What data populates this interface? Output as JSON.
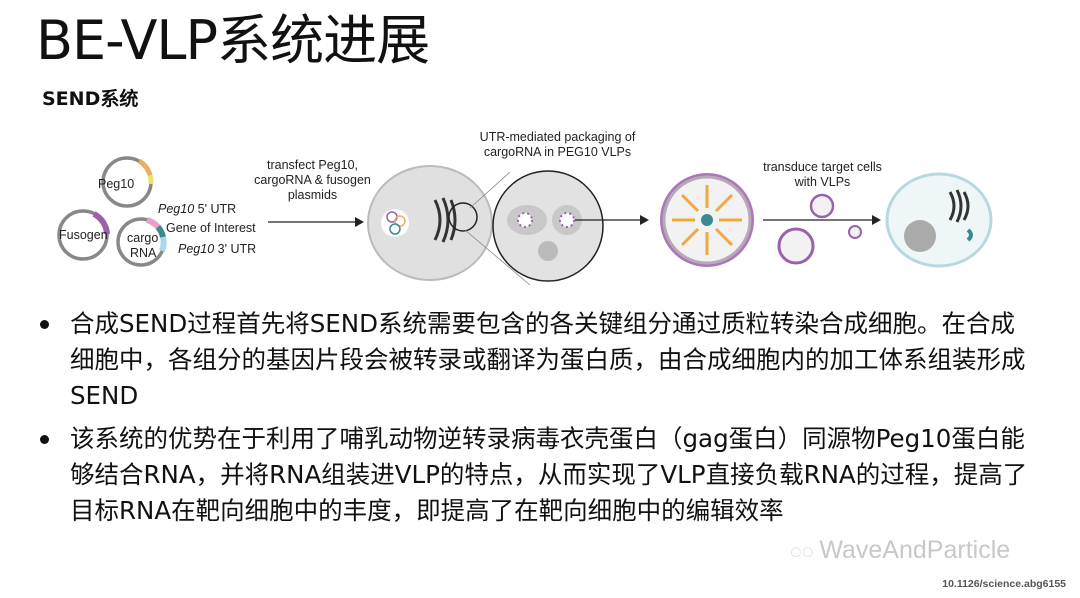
{
  "title": "BE-VLP系统进展",
  "subtitle": "SEND系统",
  "diagram": {
    "plasmids": {
      "peg10": "Peg10",
      "fusogen": "Fusogen",
      "cargo": "cargo",
      "rna": "RNA"
    },
    "labels": {
      "utr5_italic": "Peg10",
      "utr5": " 5' UTR",
      "goi": "Gene of Interest",
      "utr3_italic": "Peg10",
      "utr3": " 3' UTR"
    },
    "step1": [
      "transfect Peg10,",
      "cargoRNA & fusogen",
      "plasmids"
    ],
    "step2": [
      "UTR-mediated packaging of",
      "cargoRNA in PEG10 VLPs"
    ],
    "step3": [
      "transduce target cells",
      "with VLPs"
    ]
  },
  "bullets": [
    "合成SEND过程首先将SEND系统需要包含的各关键组分通过质粒转染合成细胞。在合成细胞中，各组分的基因片段会被转录或翻译为蛋白质，由合成细胞内的加工体系组装形成SEND",
    "该系统的优势在于利用了哺乳动物逆转录病毒衣壳蛋白（gag蛋白）同源物Peg10蛋白能够结合RNA，并将RNA组装进VLP的特点，从而实现了VLP直接负载RNA的过程，提高了目标RNA在靶向细胞中的丰度，即提高了在靶向细胞中的编辑效率"
  ],
  "watermark": "WaveAndParticle",
  "doi": "10.1126/science.abg6155"
}
